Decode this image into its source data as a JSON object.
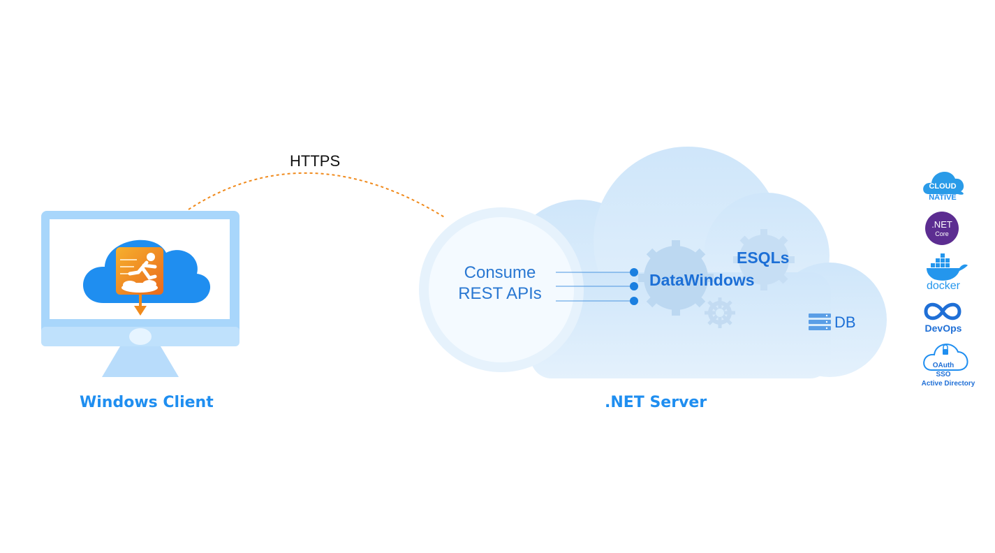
{
  "connection": {
    "label": "HTTPS"
  },
  "client": {
    "label": "Windows Client"
  },
  "server": {
    "label": ".NET Server",
    "consume_line1": "Consume",
    "consume_line2": "REST APIs",
    "datawindows": "DataWindows",
    "esqls": "ESQLs",
    "db": "DB"
  },
  "badges": {
    "cloud_native_top": "CLOUD",
    "cloud_native_bottom": "NATIVE",
    "netcore_top": ".NET",
    "netcore_bottom": "Core",
    "docker": "docker",
    "devops": "DevOps",
    "auth_line1": "OAuth",
    "auth_line2": "SSO",
    "auth_line3": "Active Directory"
  },
  "colors": {
    "brand_blue": "#1f8ef0",
    "cloud_fill": "#d8ecfb",
    "orange": "#f08a1c",
    "netcore_purple": "#5c2d91",
    "connector_dot": "#1a7fe0"
  },
  "icons": [
    "monitor-icon",
    "cloud-icon",
    "runner-app-icon",
    "download-arrow-icon",
    "gear-icon",
    "database-icon",
    "cloud-native-icon",
    "netcore-icon",
    "docker-icon",
    "devops-icon",
    "oauth-icon"
  ]
}
